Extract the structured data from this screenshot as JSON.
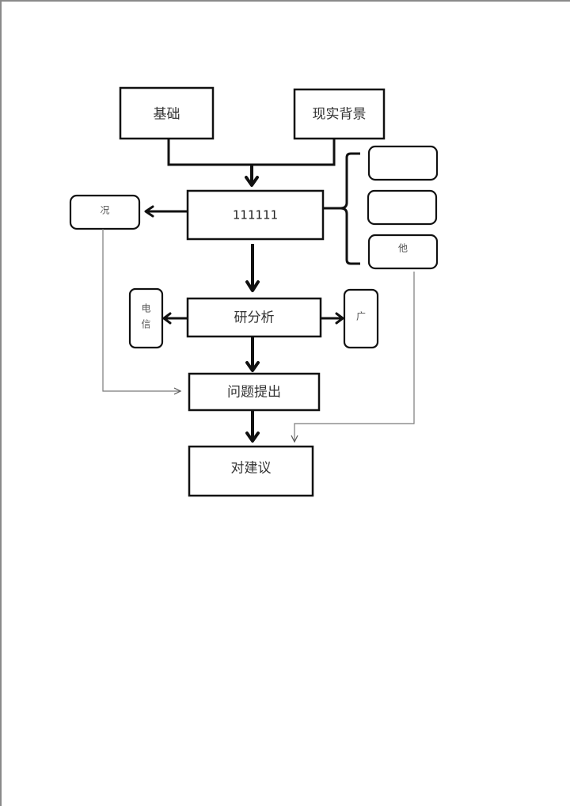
{
  "diagram": {
    "nodes": {
      "foundation": {
        "label": "基础"
      },
      "background": {
        "label": "现实背景"
      },
      "center": {
        "label": "111111"
      },
      "situation": {
        "label": "况"
      },
      "branch_top": {
        "label": ""
      },
      "branch_middle": {
        "label": ""
      },
      "branch_other": {
        "label": "他"
      },
      "analysis": {
        "label": "研分析"
      },
      "telecom": {
        "label_line1": "电",
        "label_line2": "信"
      },
      "broad": {
        "label": "广"
      },
      "problem": {
        "label": "问题提出"
      },
      "suggestion": {
        "label": "对建议"
      }
    },
    "edges": [
      {
        "from": "foundation",
        "to": "center",
        "style": "thick"
      },
      {
        "from": "background",
        "to": "center",
        "style": "thick"
      },
      {
        "from": "center",
        "to": "situation",
        "style": "medium"
      },
      {
        "from": "center",
        "to": "branch_top",
        "style": "brace"
      },
      {
        "from": "center",
        "to": "branch_middle",
        "style": "brace"
      },
      {
        "from": "center",
        "to": "branch_other",
        "style": "brace"
      },
      {
        "from": "center",
        "to": "analysis",
        "style": "thick"
      },
      {
        "from": "analysis",
        "to": "telecom",
        "style": "medium"
      },
      {
        "from": "analysis",
        "to": "broad",
        "style": "medium"
      },
      {
        "from": "analysis",
        "to": "problem",
        "style": "thick"
      },
      {
        "from": "situation",
        "to": "problem",
        "style": "thin"
      },
      {
        "from": "problem",
        "to": "suggestion",
        "style": "thick"
      },
      {
        "from": "branch_other",
        "to": "suggestion",
        "style": "thin"
      }
    ]
  }
}
